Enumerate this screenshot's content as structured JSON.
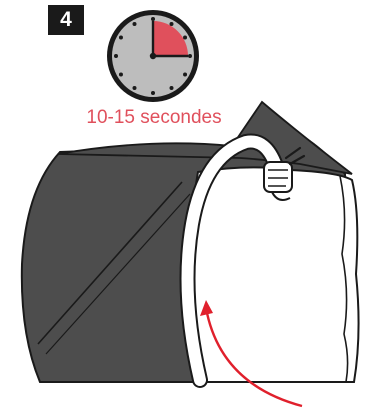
{
  "step": {
    "number": "4"
  },
  "timer": {
    "label": "10-15 secondes",
    "label_color": "#e0505c",
    "highlight_color": "#e0505c",
    "face_color": "#bdbdbd",
    "rim_color": "#1a1a1a",
    "highlight_fraction": 0.25
  },
  "illustration": {
    "bag_color": "#4d4d4d",
    "arrow_color": "#e0202c",
    "icons": [
      "backpack",
      "drinking-tube",
      "bite-valve",
      "curved-arrow"
    ]
  }
}
